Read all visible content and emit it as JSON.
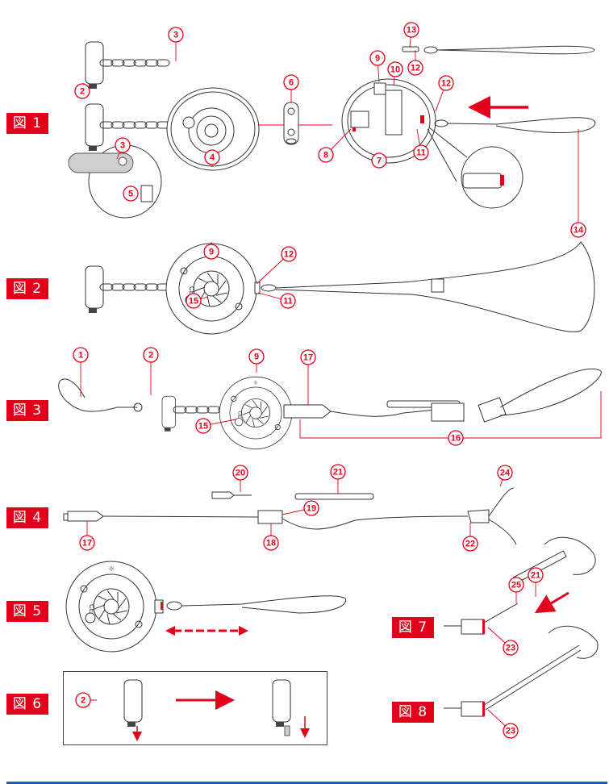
{
  "figures": [
    {
      "id": "fig1",
      "label": "図 1"
    },
    {
      "id": "fig2",
      "label": "図 2"
    },
    {
      "id": "fig3",
      "label": "図 3"
    },
    {
      "id": "fig4",
      "label": "図 4"
    },
    {
      "id": "fig5",
      "label": "図 5"
    },
    {
      "id": "fig6",
      "label": "図 6"
    },
    {
      "id": "fig7",
      "label": "図 7"
    },
    {
      "id": "fig8",
      "label": "図 8"
    }
  ],
  "callouts": {
    "fig1": [
      "3",
      "2",
      "3",
      "5",
      "4",
      "6",
      "9",
      "10",
      "12",
      "13",
      "12",
      "8",
      "7",
      "11",
      "14"
    ],
    "fig2": [
      "9",
      "12",
      "11",
      "15"
    ],
    "fig3": [
      "1",
      "2",
      "9",
      "17",
      "15",
      "16"
    ],
    "fig4": [
      "20",
      "21",
      "24",
      "19",
      "17",
      "18",
      "22"
    ],
    "fig6": [
      "2"
    ],
    "fig7": [
      "25",
      "21",
      "23"
    ],
    "fig8": [
      "23"
    ]
  },
  "colors": {
    "accent_red": "#e2001a",
    "footer_blue": "#1f5fae"
  }
}
